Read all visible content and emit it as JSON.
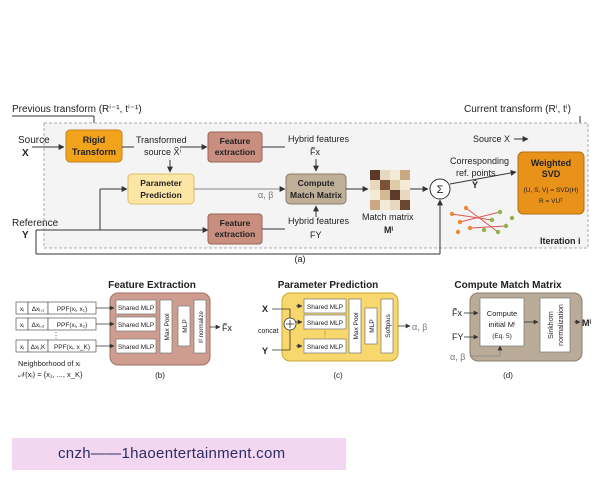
{
  "main": {
    "previous_transform": "Previous transform (Rⁱ⁻¹, tⁱ⁻¹)",
    "current_transform": "Current transform (Rⁱ, tⁱ)",
    "source_label": "Source",
    "source_var": "X",
    "reference_label": "Reference",
    "reference_var": "Y",
    "rigid_transform": [
      "Rigid",
      "Transform"
    ],
    "transformed_source": [
      "Transformed",
      "source X̃ⁱ"
    ],
    "feature_extraction_top": [
      "Feature",
      "extraction"
    ],
    "feature_extraction_bottom": [
      "Feature",
      "extraction"
    ],
    "hybrid_features_top": [
      "Hybrid features",
      "F̃x"
    ],
    "hybrid_features_bottom": [
      "Hybrid features",
      "FY"
    ],
    "parameter_prediction": [
      "Parameter",
      "Prediction"
    ],
    "alpha_beta": "α, β",
    "compute_match_matrix": [
      "Compute",
      "Match Matrix"
    ],
    "match_matrix": [
      "Match matrix",
      "Mⁱ"
    ],
    "sigma": "Σ",
    "corresponding": [
      "Corresponding",
      "ref. points",
      "Ŷ"
    ],
    "source_x_right": "Source X",
    "weighted_svd": [
      "Weighted",
      "SVD"
    ],
    "svd_eq1": "{U, S, V} = SVD(H)",
    "svd_eq2": "R = VUᵀ",
    "iteration": "Iteration i",
    "caption": "(a)"
  },
  "panel_b": {
    "title": "Feature Extraction",
    "rows": [
      [
        "xᵢ",
        "Δxᵢ,₁",
        "PPF(xᵢ, x₁)"
      ],
      [
        "xᵢ",
        "Δxᵢ,₂",
        "PPF(xᵢ, x₂)"
      ],
      [
        "xᵢ",
        "Δxᵢ,K",
        "PPF(xᵢ, x_K)"
      ]
    ],
    "shared_mlp": "Shared MLP",
    "max_pool": "Max Pool",
    "mlp": "MLP",
    "l2_normalize": "ℓ² normalize",
    "output": "F̃x",
    "neighborhood": [
      "Neighborhood of xᵢ",
      "𝒩(xᵢ) = {x₁, ..., x_K}"
    ],
    "caption": "(b)"
  },
  "panel_c": {
    "title": "Parameter Prediction",
    "input_x": "X",
    "input_y": "Y",
    "concat": "concat",
    "shared_mlp": "Shared MLP",
    "max_pool": "Max Pool",
    "mlp": "MLP",
    "softplus": "Softplus",
    "output": "α, β",
    "caption": "(c)"
  },
  "panel_d": {
    "title": "Compute Match Matrix",
    "input_fx": "F̃x",
    "input_fy": "FY",
    "input_ab": "α, β",
    "compute_initial": [
      "Compute",
      "initial Mⁱ",
      "(Eq. 5)"
    ],
    "sinkhorn": [
      "Sinkhorn",
      "normalization"
    ],
    "output": "Mⁱ",
    "caption": "(d)"
  },
  "watermark": "cnzh——1haoentertainment.com",
  "colors": {
    "rigid": "#f2a31c",
    "feature": "#c98e80",
    "param": "#fde6a5",
    "match": "#bfae98",
    "svd": "#e8921a",
    "panel_b": "#cf9d8f",
    "panel_c": "#f8d76c",
    "panel_d": "#b9ab97",
    "correspondence_line": "#e05555",
    "points_green": "#8cb44a",
    "points_orange": "#ec8a33"
  }
}
